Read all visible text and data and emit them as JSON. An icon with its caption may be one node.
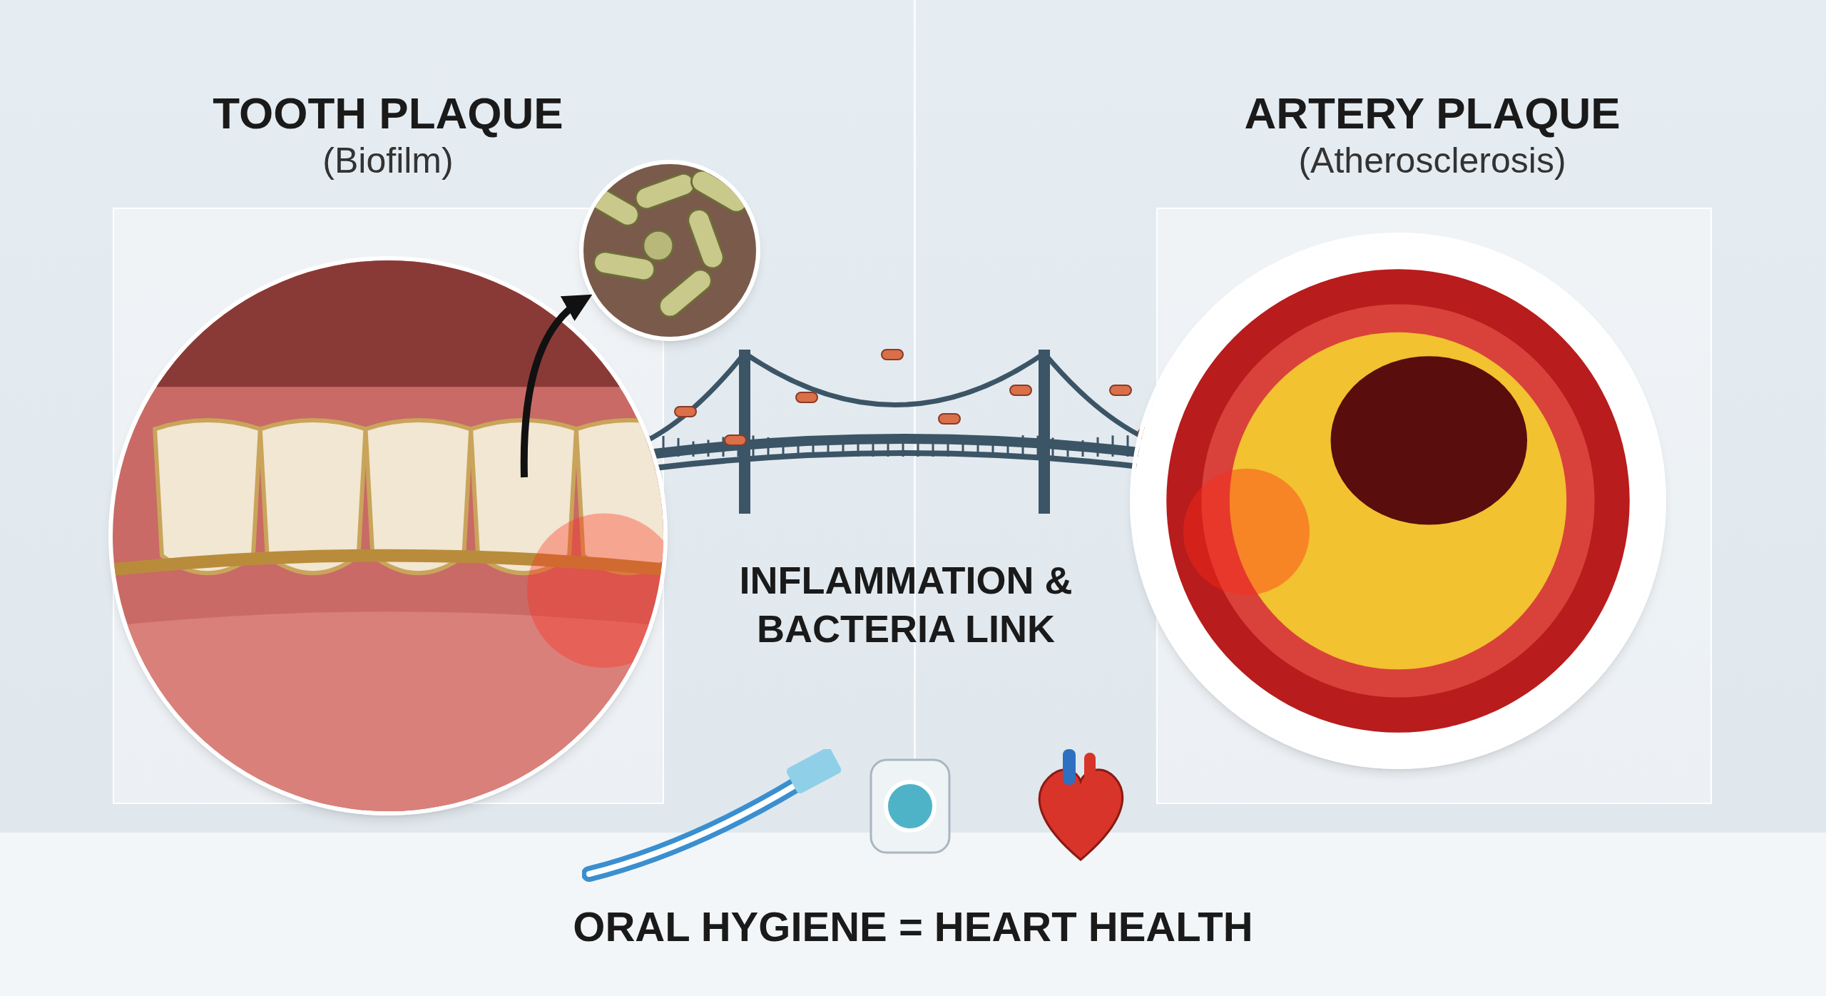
{
  "diagram": {
    "nodes": [
      {
        "text": [],
        "shape": "picture"
      },
      {
        "text": [],
        "shape": "picture"
      },
      {
        "text": [],
        "shape": "picture"
      }
    ],
    "edges": [
      {
        "from": 0,
        "to": 1,
        "arrow": "to"
      }
    ],
    "labels": [
      "TOOTH PLAQUE",
      "(Biofilm)",
      "ARTERY PLAQUE",
      "(Atherosclerosis)",
      "INFLAMMATION & BACTERIA LINK",
      "ORAL HYGIENE = HEART HEALTH"
    ]
  }
}
